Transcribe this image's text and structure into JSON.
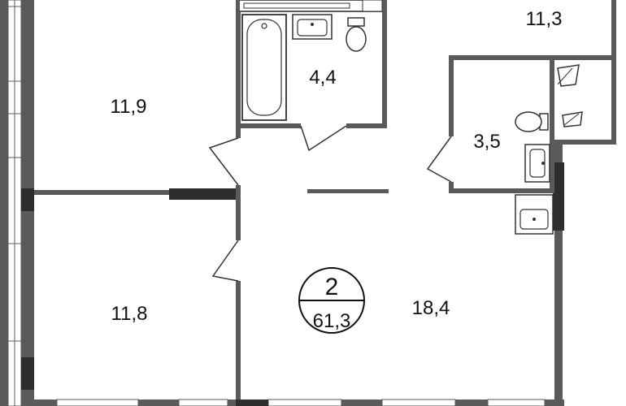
{
  "colors": {
    "wall": "#5a5a5a",
    "wall_dark": "#2e2e2e",
    "line": "#333333",
    "fill": "#ffffff",
    "text": "#111111"
  },
  "icons": [
    "bathtub-icon",
    "sink-icon",
    "toilet-icon"
  ],
  "rooms": {
    "bedroom_top": {
      "area": "11,9"
    },
    "bathroom": {
      "area": "4,4"
    },
    "room_top_right": {
      "area": "11,3"
    },
    "wc": {
      "area": "3,5"
    },
    "bedroom_bottom": {
      "area": "11,8"
    },
    "living": {
      "area": "18,4"
    }
  },
  "badge": {
    "rooms_count": "2",
    "total_area": "61,3"
  }
}
